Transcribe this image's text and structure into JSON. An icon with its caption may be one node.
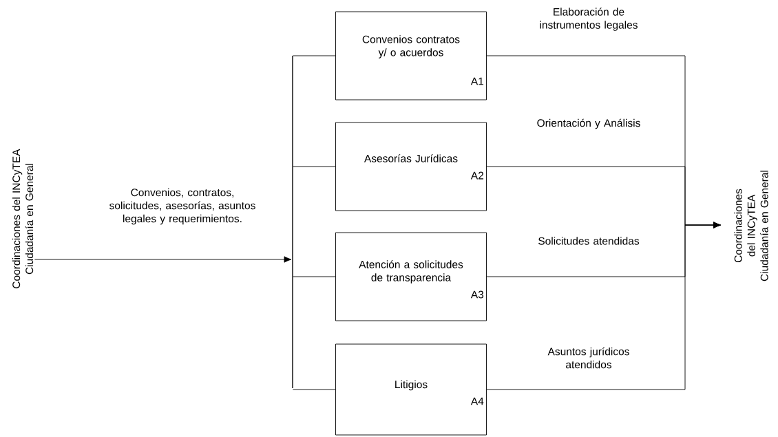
{
  "diagram": {
    "nodes": [
      {
        "text": [
          "Coordinaciones del INCyTEA Ciudadanía en General"
        ]
      },
      {
        "text": [],
        "shape": "bar"
      },
      {
        "text": [
          "Convenios contratos y/ o acuerdos",
          "A1"
        ]
      },
      {
        "text": [
          "Asesorías Jurídicas",
          "A2"
        ]
      },
      {
        "text": [
          "Atención a solicitudes de transparencia",
          "A3"
        ]
      },
      {
        "text": [
          "Litigios",
          "A4"
        ]
      },
      {
        "text": [
          "Coordinaciones del INCyTEA Ciudadanía en General"
        ]
      }
    ],
    "edges": [
      {
        "from": 0,
        "to": 1,
        "arrow": "to",
        "label": "Convenios, contratos, solicitudes, asesorías, asuntos legales y requerimientos."
      },
      {
        "from": 1,
        "to": 2,
        "arrow": "none"
      },
      {
        "from": 1,
        "to": 3,
        "arrow": "none"
      },
      {
        "from": 1,
        "to": 4,
        "arrow": "none"
      },
      {
        "from": 1,
        "to": 5,
        "arrow": "none"
      },
      {
        "from": 2,
        "to": 6,
        "arrow": "to",
        "label": "Elaboración de instrumentos legales"
      },
      {
        "from": 3,
        "to": 6,
        "arrow": "to",
        "label": "Orientación y Análisis"
      },
      {
        "from": 4,
        "to": 6,
        "arrow": "to",
        "label": "Solicitudes atendidas"
      },
      {
        "from": 5,
        "to": 6,
        "arrow": "to",
        "label": "Asuntos jurídicos atendidos"
      }
    ]
  }
}
